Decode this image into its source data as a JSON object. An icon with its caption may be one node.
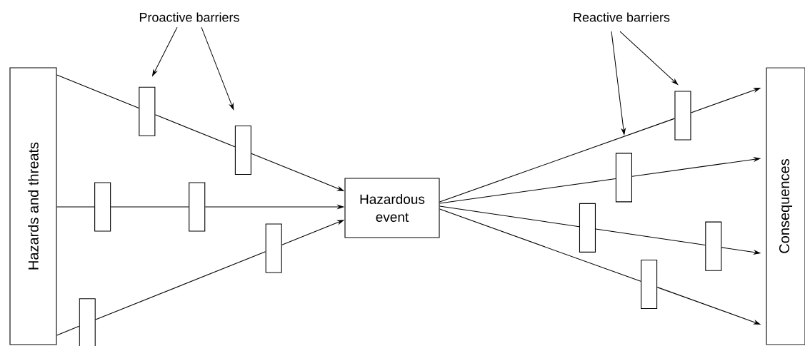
{
  "diagram": {
    "nodes": [
      {
        "text": [
          "Proactive barriers"
        ]
      },
      {
        "text": [
          "Reactive barriers"
        ]
      },
      {
        "text": [
          "Hazards and threats"
        ]
      },
      {
        "text": [
          "Hazardous event"
        ]
      },
      {
        "text": [
          "Consequences"
        ]
      },
      {
        "text": [],
        "shape": "box"
      },
      {
        "text": [],
        "shape": "box"
      },
      {
        "text": [],
        "shape": "box"
      },
      {
        "text": [],
        "shape": "box"
      },
      {
        "text": [],
        "shape": "box"
      },
      {
        "text": [],
        "shape": "box"
      },
      {
        "text": [],
        "shape": "box"
      },
      {
        "text": [],
        "shape": "box"
      },
      {
        "text": [],
        "shape": "box"
      },
      {
        "text": [],
        "shape": "box"
      },
      {
        "text": [],
        "shape": "box"
      }
    ],
    "edges": [
      {
        "from": 2,
        "to": 7,
        "arrow": "none"
      },
      {
        "from": 7,
        "to": 9,
        "arrow": "none"
      },
      {
        "from": 9,
        "to": 3,
        "arrow": "to"
      },
      {
        "from": 2,
        "to": 6,
        "arrow": "none"
      },
      {
        "from": 6,
        "to": 8,
        "arrow": "none"
      },
      {
        "from": 8,
        "to": 3,
        "arrow": "to"
      },
      {
        "from": 2,
        "to": 5,
        "arrow": "none"
      },
      {
        "from": 5,
        "to": 10,
        "arrow": "none"
      },
      {
        "from": 10,
        "to": 3,
        "arrow": "to"
      },
      {
        "from": 3,
        "to": 14,
        "arrow": "none"
      },
      {
        "from": 14,
        "to": 4,
        "arrow": "to"
      },
      {
        "from": 3,
        "to": 12,
        "arrow": "none"
      },
      {
        "from": 12,
        "to": 4,
        "arrow": "to"
      },
      {
        "from": 3,
        "to": 11,
        "arrow": "none"
      },
      {
        "from": 11,
        "to": 15,
        "arrow": "none"
      },
      {
        "from": 15,
        "to": 4,
        "arrow": "to"
      },
      {
        "from": 3,
        "to": 13,
        "arrow": "none"
      },
      {
        "from": 13,
        "to": 4,
        "arrow": "to"
      },
      {
        "from": 0,
        "to": 7,
        "arrow": "to"
      },
      {
        "from": 0,
        "to": 9,
        "arrow": "to"
      },
      {
        "from": 1,
        "to": null,
        "arrow": "to"
      },
      {
        "from": 1,
        "to": 14,
        "arrow": "to"
      }
    ]
  }
}
